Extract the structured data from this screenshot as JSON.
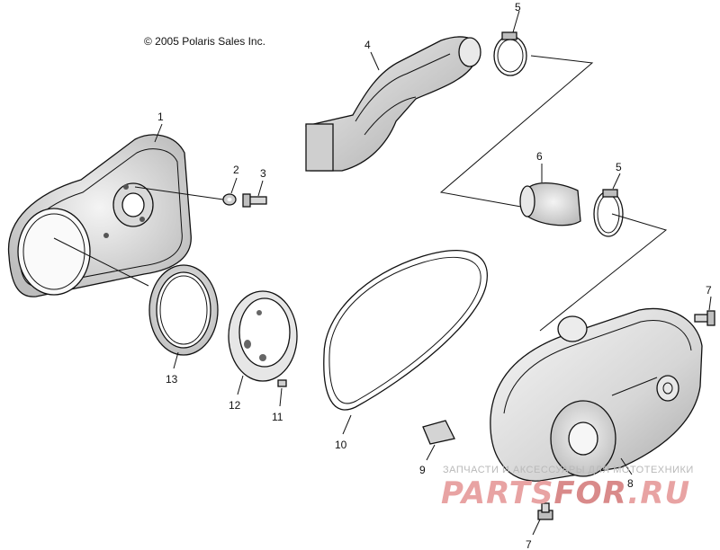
{
  "copyright": "© 2005 Polaris Sales Inc.",
  "callouts": {
    "c1": "1",
    "c2": "2",
    "c3": "3",
    "c4": "4",
    "c5a": "5",
    "c5b": "5",
    "c6": "6",
    "c7a": "7",
    "c7b": "7",
    "c8": "8",
    "c9": "9",
    "c10": "10",
    "c11": "11",
    "c12": "12",
    "c13": "13"
  },
  "watermark": {
    "tagline": "ЗАПЧАСТИ И АКСЕССУАРЫ ДЛЯ МОТОТЕХНИКИ",
    "brand_a": "PARTS",
    "brand_b": "FOR",
    "brand_c": ".RU",
    "colors": {
      "brand": "#e8a3a3",
      "brand_dark": "#d98a8a",
      "tagline": "#b9b9b9"
    }
  }
}
